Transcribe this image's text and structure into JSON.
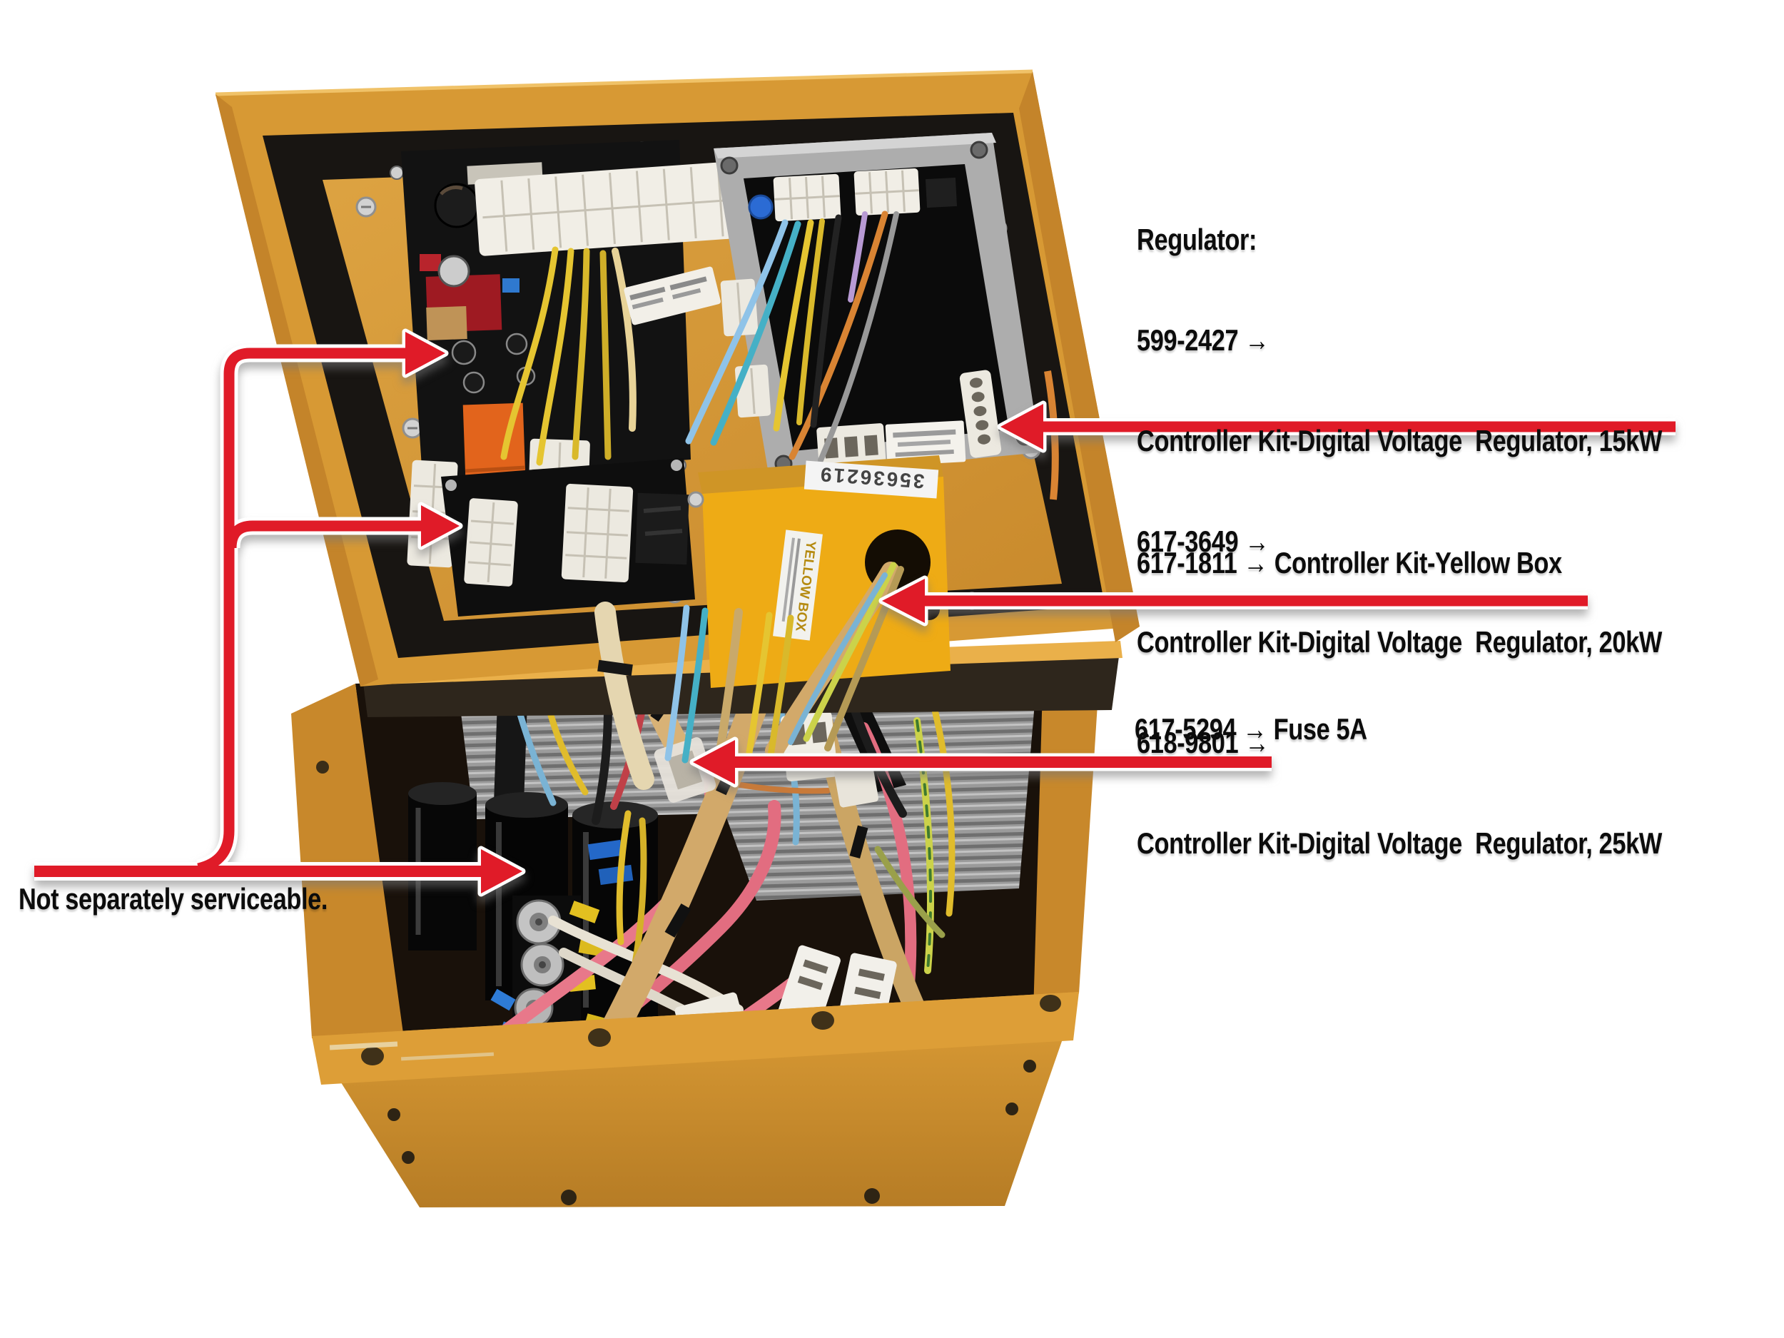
{
  "annotations": {
    "regulator_block": {
      "lines": [
        "Regulator:",
        "599-2427 →",
        "Controller Kit-Digital Voltage  Regulator, 15kW",
        "617-3649 →",
        "Controller Kit-Digital Voltage  Regulator, 20kW",
        "618-9801 →",
        "Controller Kit-Digital Voltage  Regulator, 25kW"
      ]
    },
    "yellow_box_callout": "617-1811 → Controller Kit-Yellow Box",
    "fuse_callout": "617-5294 → Fuse 5A",
    "not_serviceable_callout": "Not separately serviceable.",
    "callout_red": "#e01b28"
  },
  "photo_labels": {
    "yellow_box_top_label": "35636219",
    "yellow_box_side_label": "YELLOW BOX"
  },
  "palette": {
    "cat_yellow": "#d6952f",
    "yellow_box_yellow": "#eeab15",
    "panel_black": "#121212"
  }
}
